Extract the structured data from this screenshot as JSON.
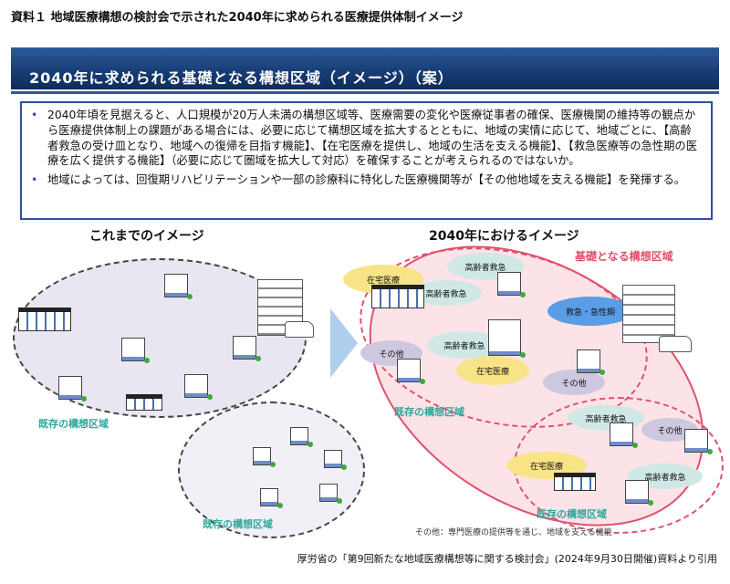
{
  "title": "資料１ 地域医療構想の検討会で示された2040年に求められる医療提供体制イメージ",
  "banner": "2040年に求められる基礎となる構想区域（イメージ）（案）",
  "bullets": [
    "2040年頃を見据えると、人口規模が20万人未満の構想区域等、医療需要の変化や医療従事者の確保、医療機関の維持等の観点から医療提供体制上の課題がある場合には、必要に応じて構想区域を拡大するとともに、地域の実情に応じて、地域ごとに、【高齢者救急の受け皿となり、地域への復帰を目指す機能】、【在宅医療を提供し、地域の生活を支える機能】、【救急医療等の急性期の医療を広く提供する機能】（必要に応じて圏域を拡大して対応）を確保することが考えられるのではないか。",
    "地域によっては、回復期リハビリテーションや一部の診療科に特化した医療機関等が【その他地域を支える機能】を発揮する。"
  ],
  "left": {
    "heading": "これまでのイメージ",
    "region_label_1": "既存の構想区域",
    "region_label_2": "既存の構想区域"
  },
  "right": {
    "heading": "2040年におけるイメージ",
    "base_region_label": "基礎となる構想区域",
    "region_label_1": "既存の構想区域",
    "region_label_2": "既存の構想区域",
    "bubbles": {
      "home_care": "在宅医療",
      "elderly_emergency": "高齢者救急",
      "emergency_acute": "救急・急性期",
      "other": "その他"
    },
    "note": "その他：専門医療の提供等を通じ、地域を支える機能"
  },
  "footer": "厚労省の「第9回新たな地域医療構想等に関する検討会」(2024年9月30日開催)資料より引用",
  "colors": {
    "banner": "#173c74",
    "accent_red": "#e0506a",
    "region_teal": "#2ea89b"
  }
}
